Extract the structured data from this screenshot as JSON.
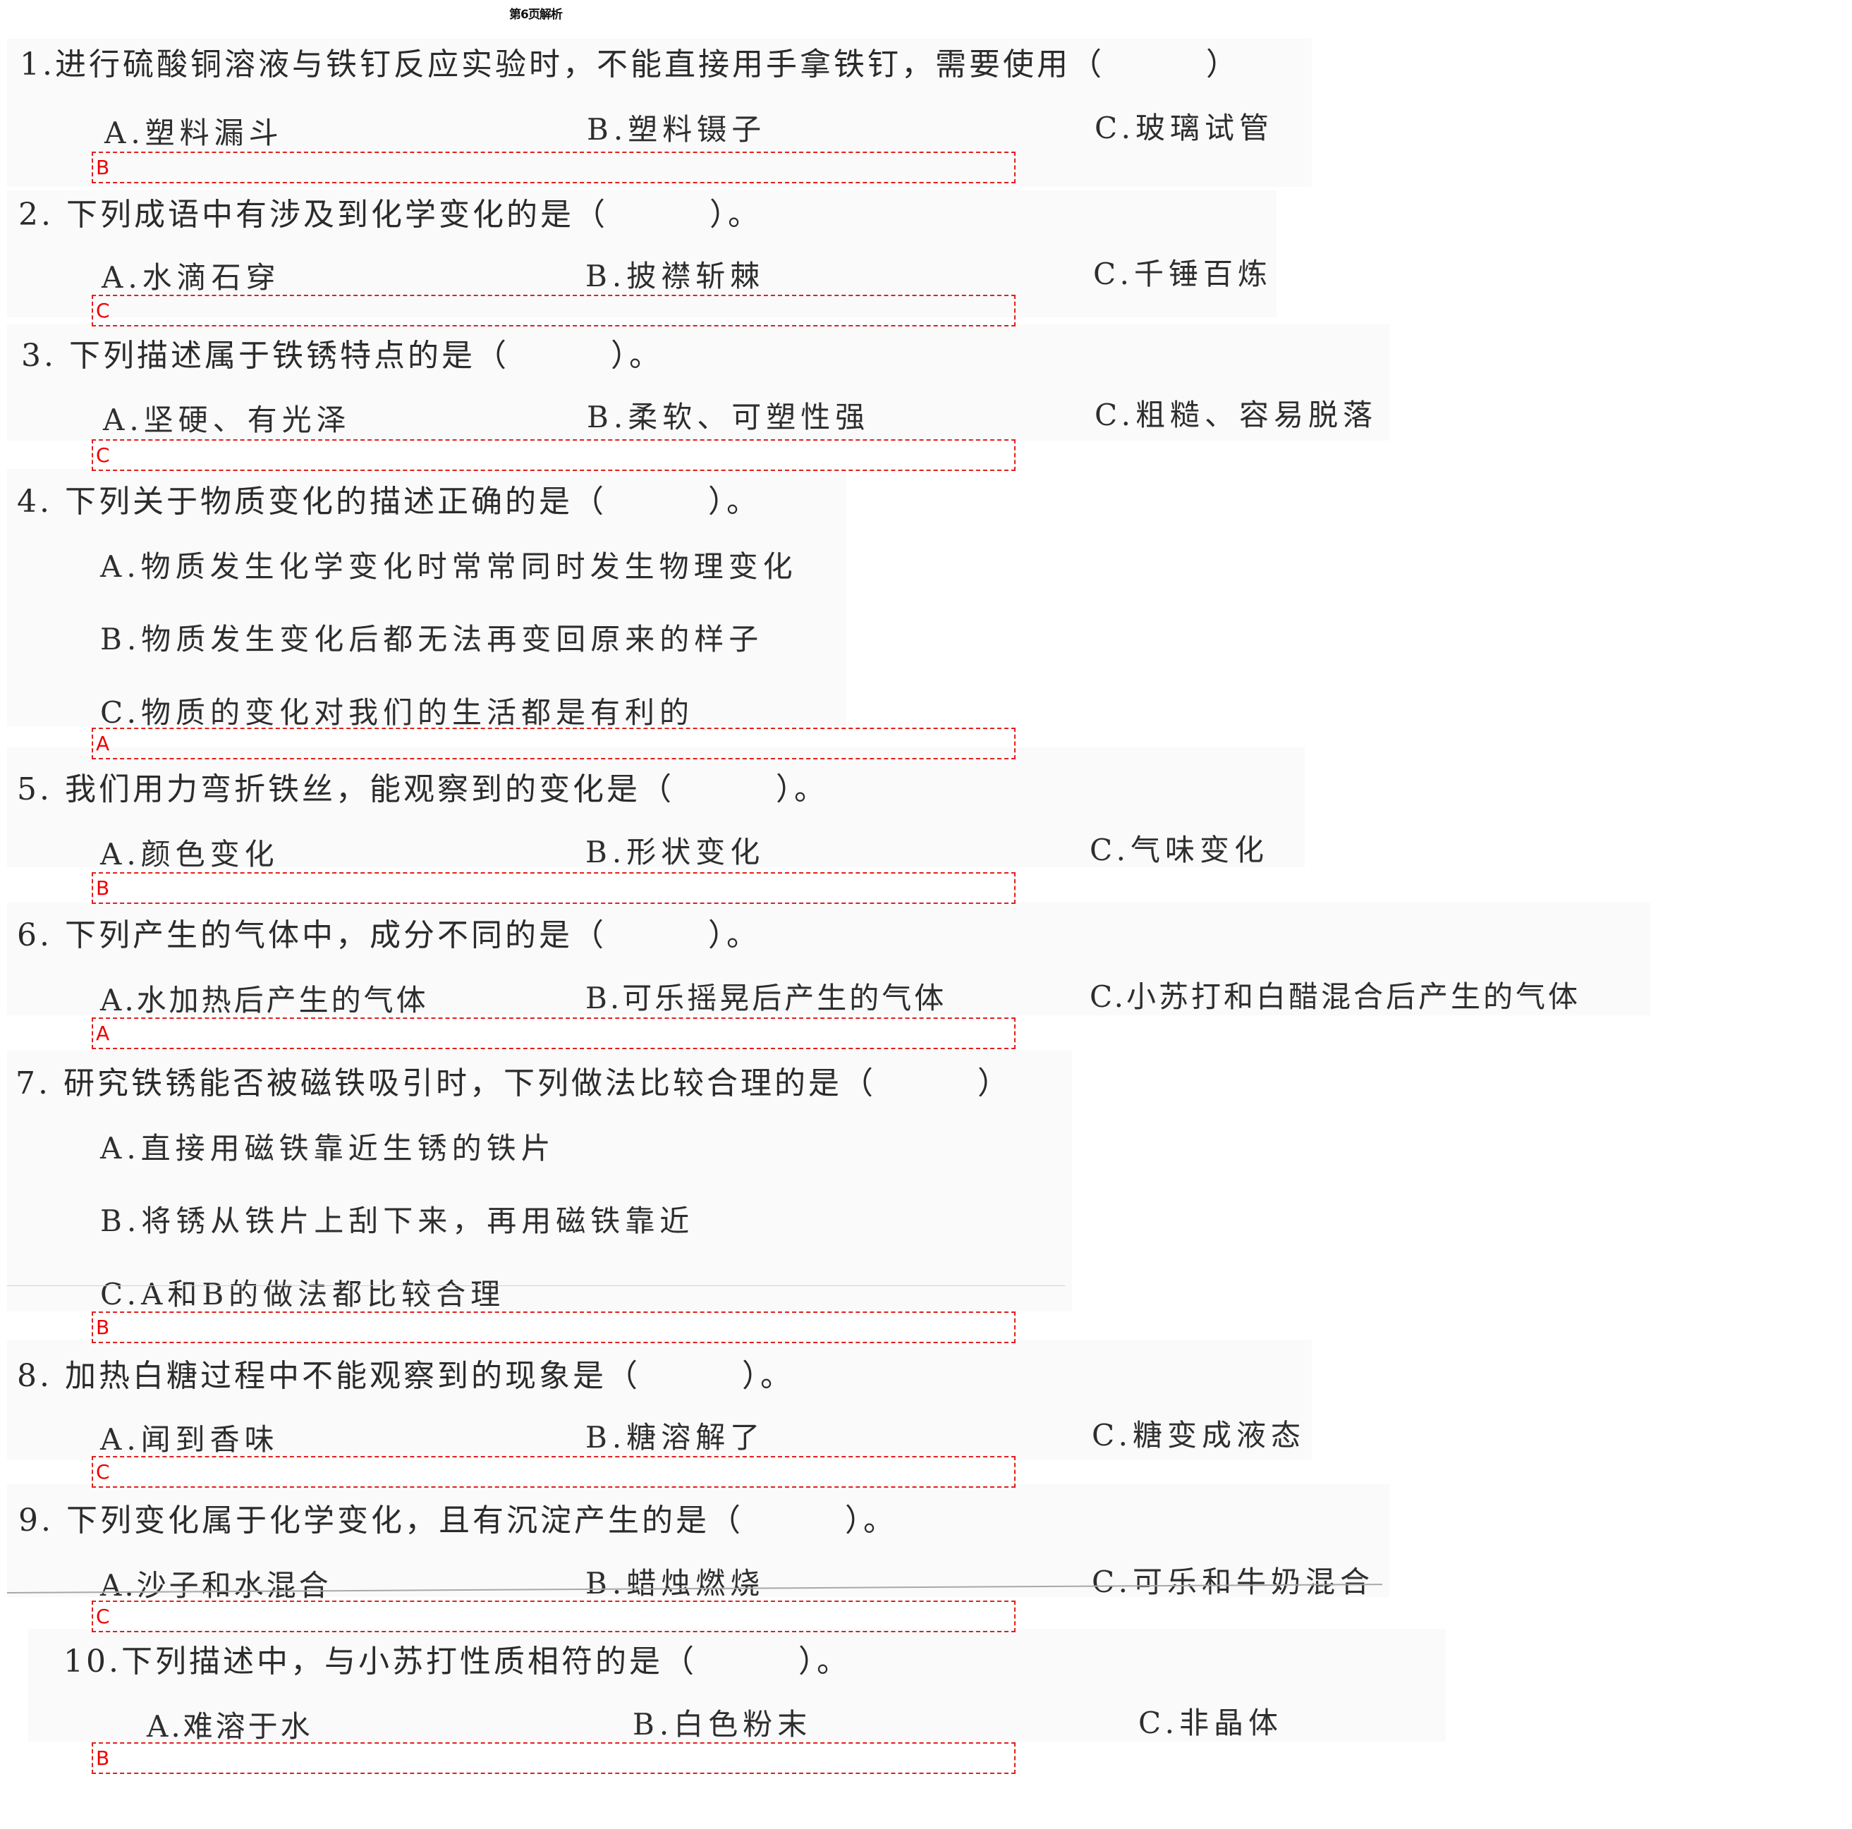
{
  "page_title": "第6页解析",
  "questions": [
    {
      "stem": "1.进行硫酸铜溶液与铁钉反应实验时，不能直接用手拿铁钉，需要使用（　　　）",
      "options": {
        "A": "A.塑料漏斗",
        "B": "B.塑料镊子",
        "C": "C.玻璃试管"
      },
      "answer": "B"
    },
    {
      "stem": "2. 下列成语中有涉及到化学变化的是（　　　）。",
      "options": {
        "A": "A.水滴石穿",
        "B": "B.披襟斩棘",
        "C": "C.千锤百炼"
      },
      "answer": "C"
    },
    {
      "stem": "3. 下列描述属于铁锈特点的是（　　　）。",
      "options": {
        "A": "A.坚硬、有光泽",
        "B": "B.柔软、可塑性强",
        "C": "C.粗糙、容易脱落"
      },
      "answer": "C"
    },
    {
      "stem": "4. 下列关于物质变化的描述正确的是（　　　）。",
      "options": {
        "A": "A.物质发生化学变化时常常同时发生物理变化",
        "B": "B.物质发生变化后都无法再变回原来的样子",
        "C": "C.物质的变化对我们的生活都是有利的"
      },
      "answer": "A"
    },
    {
      "stem": "5. 我们用力弯折铁丝，能观察到的变化是（　　　）。",
      "options": {
        "A": "A.颜色变化",
        "B": "B.形状变化",
        "C": "C.气味变化"
      },
      "answer": "B"
    },
    {
      "stem": "6. 下列产生的气体中，成分不同的是（　　　）。",
      "options": {
        "A": "A.水加热后产生的气体",
        "B": "B.可乐摇晃后产生的气体",
        "C": "C.小苏打和白醋混合后产生的气体"
      },
      "answer": "A"
    },
    {
      "stem": "7. 研究铁锈能否被磁铁吸引时，下列做法比较合理的是（　　　）",
      "options": {
        "A": "A.直接用磁铁靠近生锈的铁片",
        "B": "B.将锈从铁片上刮下来，再用磁铁靠近",
        "C": "C.A和B的做法都比较合理"
      },
      "answer": "B"
    },
    {
      "stem": "8. 加热白糖过程中不能观察到的现象是（　　　）。",
      "options": {
        "A": "A.闻到香味",
        "B": "B.糖溶解了",
        "C": "C.糖变成液态"
      },
      "answer": "C"
    },
    {
      "stem": "9. 下列变化属于化学变化，且有沉淀产生的是（　　　）。",
      "options": {
        "A": "A.沙子和水混合",
        "B": "B.蜡烛燃烧",
        "C": "C.可乐和牛奶混合"
      },
      "answer": "C"
    },
    {
      "stem": "10.下列描述中，与小苏打性质相符的是（　　　）。",
      "options": {
        "A": "A.难溶于水",
        "B": "B.白色粉末",
        "C": "C.非晶体"
      },
      "answer": "B"
    }
  ],
  "colors": {
    "answer_red": "#ee0000",
    "box_border": "#e0201c",
    "text": "#2b2b2b"
  }
}
